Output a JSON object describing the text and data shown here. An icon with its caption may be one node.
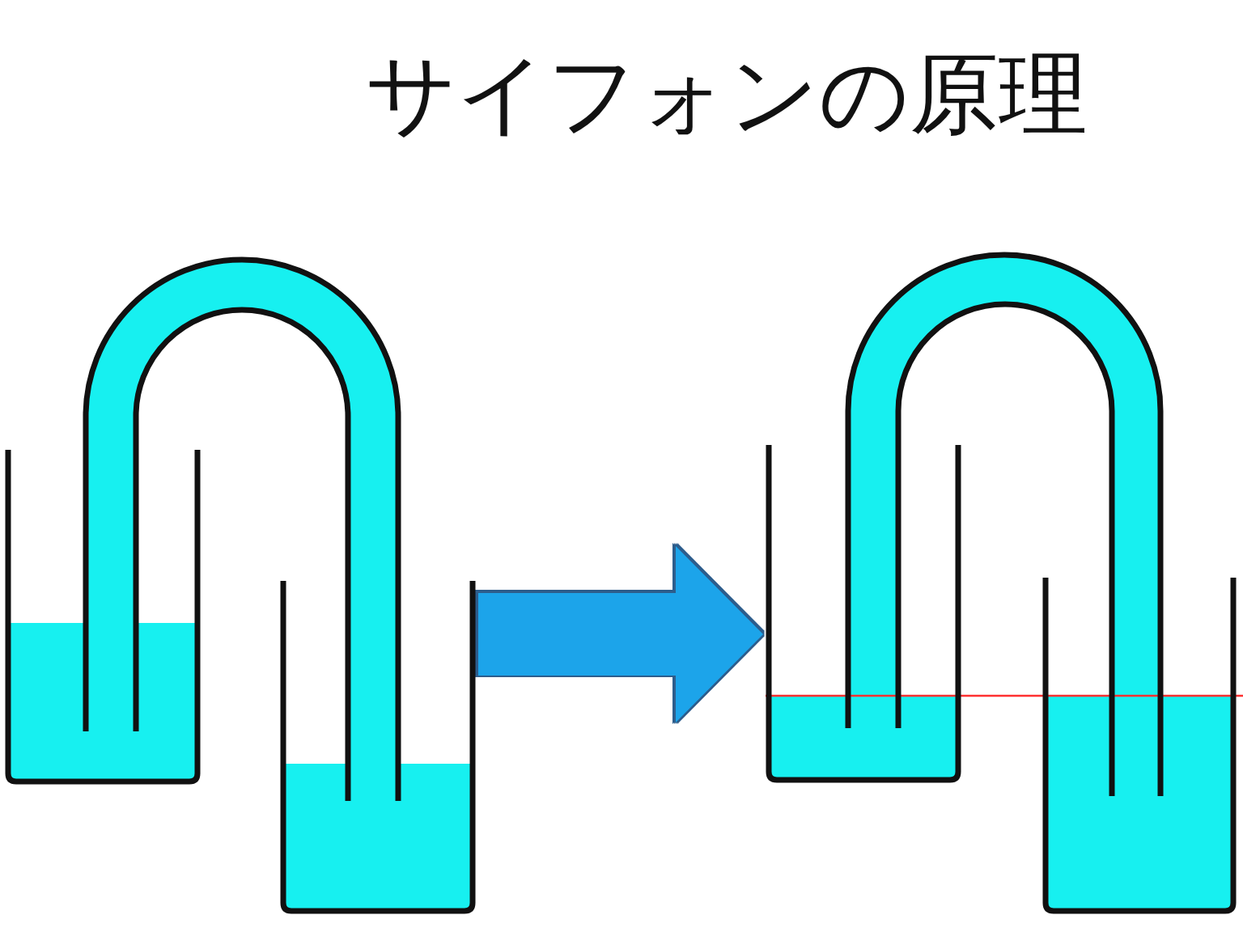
{
  "diagram": {
    "title": "サイフォンの原理",
    "nodes": [
      {
        "text": [],
        "shape": "picture"
      },
      {
        "text": [],
        "shape": "picture"
      }
    ],
    "edges": [
      {
        "from": 0,
        "to": 1,
        "arrow": "to"
      }
    ]
  }
}
